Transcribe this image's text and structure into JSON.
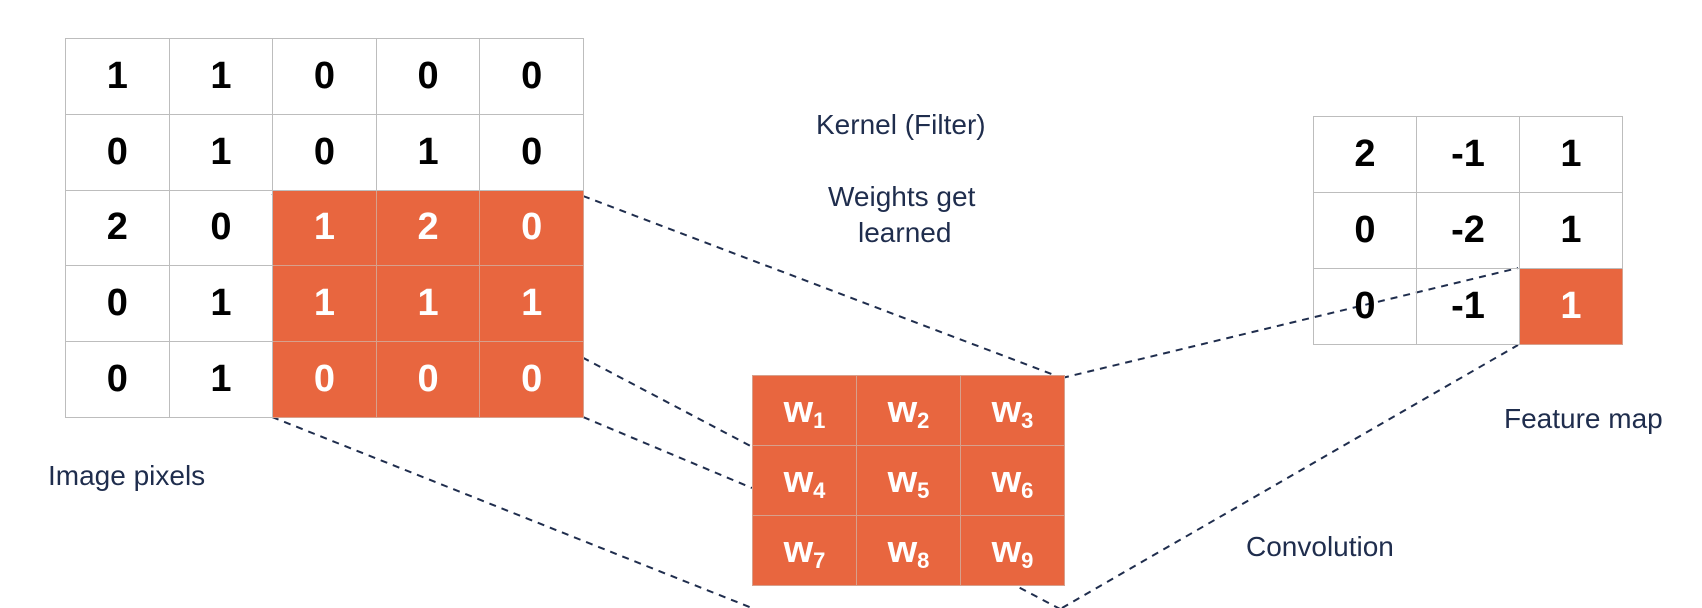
{
  "image_grid": {
    "rows": [
      [
        "1",
        "1",
        "0",
        "0",
        "0"
      ],
      [
        "0",
        "1",
        "0",
        "1",
        "0"
      ],
      [
        "2",
        "0",
        "1",
        "2",
        "0"
      ],
      [
        "0",
        "1",
        "1",
        "1",
        "1"
      ],
      [
        "0",
        "1",
        "0",
        "0",
        "0"
      ]
    ],
    "highlight_color": "#e8663f"
  },
  "kernel_grid": {
    "rows": [
      [
        {
          "base": "w",
          "sub": "1"
        },
        {
          "base": "w",
          "sub": "2"
        },
        {
          "base": "w",
          "sub": "3"
        }
      ],
      [
        {
          "base": "w",
          "sub": "4"
        },
        {
          "base": "w",
          "sub": "5"
        },
        {
          "base": "w",
          "sub": "6"
        }
      ],
      [
        {
          "base": "w",
          "sub": "7"
        },
        {
          "base": "w",
          "sub": "8"
        },
        {
          "base": "w",
          "sub": "9"
        }
      ]
    ]
  },
  "feature_grid": {
    "rows": [
      [
        "2",
        "-1",
        "1"
      ],
      [
        "0",
        "-2",
        "1"
      ],
      [
        "0",
        "-1",
        "1"
      ]
    ]
  },
  "labels": {
    "kernel_title": "Kernel (Filter)",
    "weights_line1": "Weights get",
    "weights_line2": "learned",
    "image_pixels": "Image pixels",
    "feature_map": "Feature map",
    "convolution": "Convolution"
  },
  "colors": {
    "accent": "#e8663f",
    "text": "#1f2d4d"
  }
}
